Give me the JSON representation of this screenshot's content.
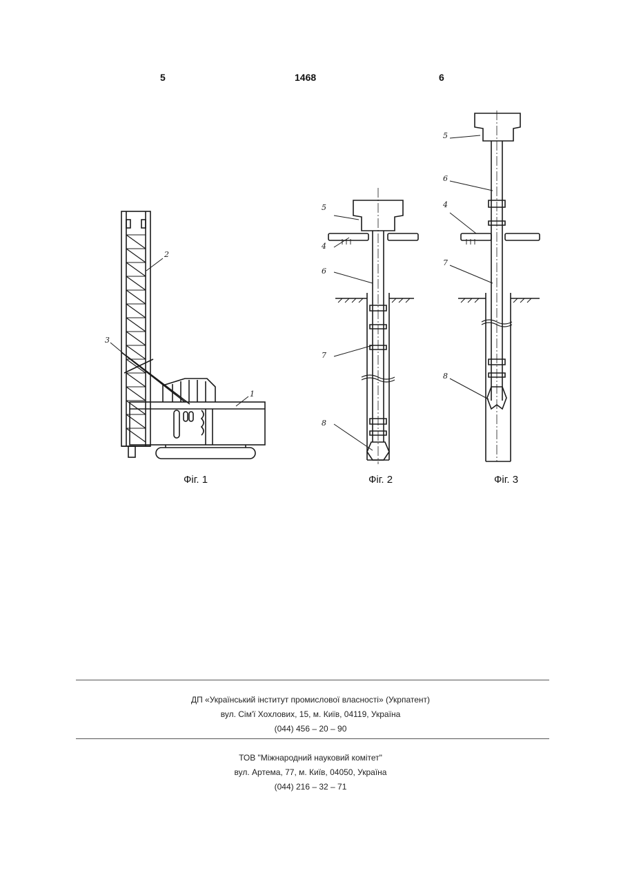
{
  "header": {
    "left_page": "5",
    "patent_no": "1468",
    "right_page": "6"
  },
  "figures": {
    "fig1": {
      "caption": "Фіг. 1",
      "labels": [
        "1",
        "2",
        "3"
      ]
    },
    "fig2": {
      "caption": "Фіг. 2",
      "labels": [
        "5",
        "4",
        "6",
        "7",
        "8"
      ]
    },
    "fig3": {
      "caption": "Фіг. 3",
      "labels": [
        "5",
        "6",
        "4",
        "7",
        "8"
      ]
    }
  },
  "footer": {
    "publisher": {
      "name": "ДП «Український інститут промислової власності» (Укрпатент)",
      "address": "вул. Сім'ї Хохлових, 15, м. Київ, 04119, Україна",
      "phone": "(044) 456 – 20 – 90"
    },
    "printer": {
      "name": "ТОВ \"Міжнародний науковий комітет\"",
      "address": "вул. Артема, 77, м. Київ, 04050, Україна",
      "phone": "(044) 216 – 32 – 71"
    }
  }
}
